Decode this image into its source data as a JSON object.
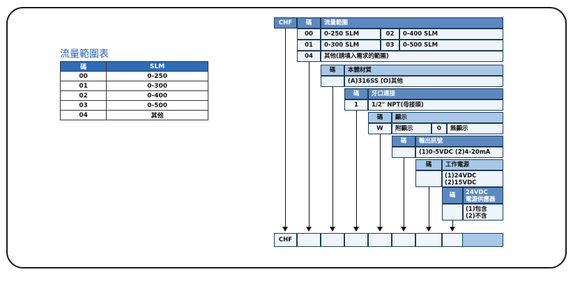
{
  "left_table": {
    "title": "流量範圍表",
    "headers": [
      "碼",
      "SLM"
    ],
    "rows": [
      [
        "00",
        "0-250"
      ],
      [
        "01",
        "0-300"
      ],
      [
        "02",
        "0-400"
      ],
      [
        "03",
        "0-500"
      ],
      [
        "04",
        "其他"
      ]
    ]
  },
  "diagram": {
    "prefix": "CHF",
    "code": "碼",
    "flow_title": "流量範圍",
    "flow_00": "00",
    "flow_00_val": "0-250 SLM",
    "flow_02": "02",
    "flow_02_val": "0-400 SLM",
    "flow_01": "01",
    "flow_01_val": "0-300 SLM",
    "flow_03": "03",
    "flow_03_val": "0-500 SLM",
    "flow_04": "04",
    "flow_04_val": "其他(請填入需求的範圍)",
    "material_title": "本體材質",
    "material_val": "(A)316SS  (O)其他",
    "conn_title": "牙口連接",
    "conn_code": "1",
    "conn_val": "1/2\" NPT(母接頭)",
    "display_title": "顯示",
    "display_code_w": "W",
    "display_w_val": "附顯示",
    "display_code_0": "0",
    "display_0_val": "無顯示",
    "signal_title": "輸出訊號",
    "signal_val": "(1)0-5VDC (2)4-20mA",
    "power_title": "工作電源",
    "power_val1": "(1)24VDC",
    "power_val2": "(2)15VDC",
    "supply_title1": "24VDC",
    "supply_title2": "電源供應器",
    "supply_val1": "(1)包含",
    "supply_val2": "(2)不含",
    "bottom_prefix": "CHF"
  }
}
